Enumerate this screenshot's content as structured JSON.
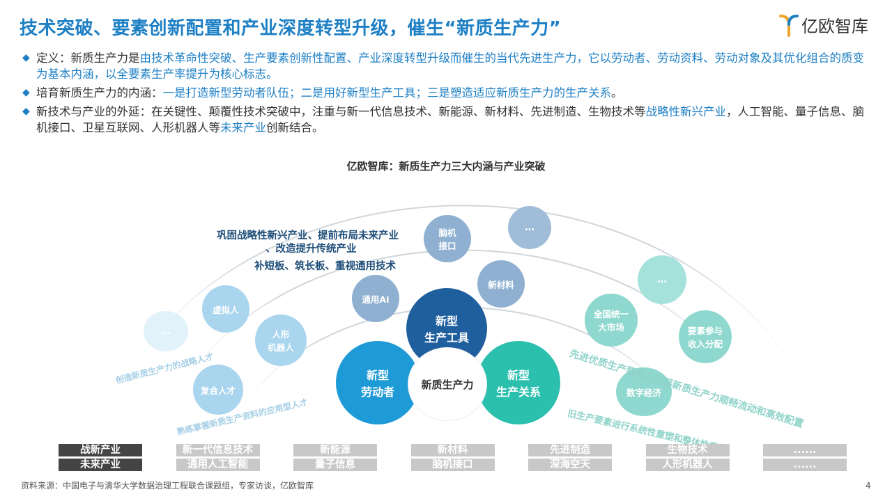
{
  "title": "技术突破、要素创新配置和产业深度转型升级，催生“新质生产力”",
  "logo": {
    "text": "亿欧智库"
  },
  "bullets": [
    {
      "parts": [
        {
          "t": "定义：新质生产力是",
          "hl": false
        },
        {
          "t": "由技术革命性突破、生产要素创新性配置、产业深度转型升级而催生的当代先进生产力，它以劳动者、劳动资料、劳动对象及其优化组合的质变为基本内涵，以全要素生产率提升为核心标志。",
          "hl": true
        }
      ]
    },
    {
      "parts": [
        {
          "t": "培育新质生产力的内涵：",
          "hl": false
        },
        {
          "t": "一是打造新型劳动者队伍；二是用好新型生产工具；三是塑造适应新质生产力的生产关系",
          "hl": true
        },
        {
          "t": "。",
          "hl": false
        }
      ]
    },
    {
      "parts": [
        {
          "t": "新技术与产业的外延：在关键性、颠覆性技术突破中，注重与新一代信息技术、新能源、新材料、先进制造、生物技术等",
          "hl": false
        },
        {
          "t": "战略性新兴产业",
          "hl": true
        },
        {
          "t": "，人工智能、量子信息、脑机接口、卫星互联网、人形机器人等",
          "hl": false
        },
        {
          "t": "未来产业",
          "hl": true
        },
        {
          "t": "创新结合。",
          "hl": false
        }
      ]
    }
  ],
  "diagram": {
    "title": "亿欧智库：新质生产力三大内涵与产业突破",
    "center": "新质生产力",
    "core": {
      "tools": "新型\n生产工具",
      "workers": "新型\n劳动者",
      "relations": "新型\n生产关系"
    },
    "tech_circles": {
      "ai": "通用AI",
      "bci": "脑机\n接口",
      "material": "新材料",
      "more": "…"
    },
    "talent_circles": {
      "virtual": "虚拟人",
      "humanoid": "人形\n机器人",
      "composite": "复合人才",
      "more": "…"
    },
    "relation_circles": {
      "more": "…",
      "market": "全国统一\n大市场",
      "allocation": "要素参与\n收入分配",
      "digital": "数字经济"
    },
    "industry_texts": [
      "巩固战略性新兴产业、提前布局未来产业",
      "、改造提升传统产业",
      "补短板、筑长板、重视通用技术"
    ],
    "arc_texts": {
      "talent1": "创造新质生产力的战略人才",
      "talent2": "熟练掌握新质生产资料的应用型人才",
      "rel1": "先进优质生产要素向发展新质生产力顺畅流动和高效配置",
      "rel2": "旧生产要素进行系统性重塑和整体性重构"
    }
  },
  "table": {
    "row1": [
      "战新产业",
      "新一代信息技术",
      "新能源",
      "新材料",
      "先进制造",
      "生物技术",
      "......"
    ],
    "row2": [
      "未来产业",
      "通用人工智能",
      "量子信息",
      "脑机接口",
      "深海空天",
      "人形机器人",
      "......"
    ]
  },
  "source": "资料来源：中国电子与清华大学数据治理工程联合课题组，专家访谈，亿欧智库",
  "page_number": "4",
  "colors": {
    "accent": "#1d7fc4",
    "dark_blue": "#1f5f9e",
    "cyan": "#1e9ad6",
    "teal": "#2bbfae"
  }
}
